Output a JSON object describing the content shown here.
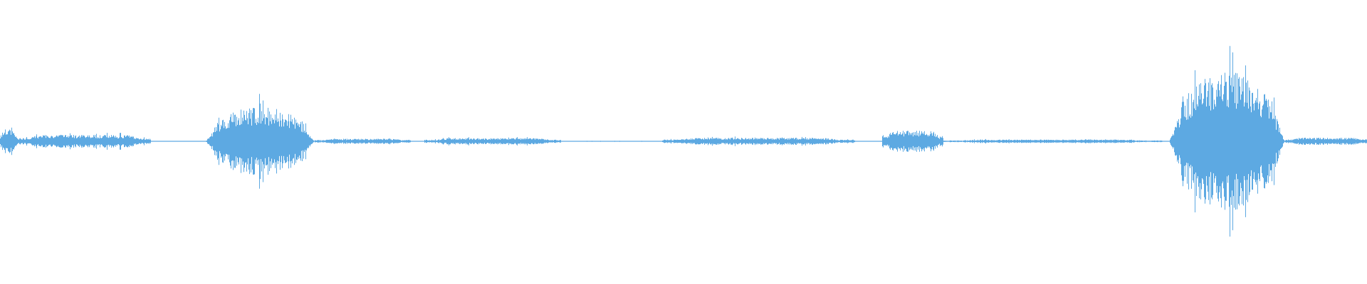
{
  "waveform": {
    "color": "#5DA9E2",
    "background": "#FFFFFF",
    "segments": [
      {
        "start": 0.0,
        "end": 0.012,
        "amp": 0.085,
        "level": "moderate"
      },
      {
        "start": 0.012,
        "end": 0.11,
        "amp": 0.045,
        "level": "low"
      },
      {
        "start": 0.11,
        "end": 0.15,
        "amp": 0.002,
        "level": "near-silent"
      },
      {
        "start": 0.15,
        "end": 0.23,
        "amp": 0.25,
        "level": "burst"
      },
      {
        "start": 0.23,
        "end": 0.3,
        "amp": 0.018,
        "level": "low"
      },
      {
        "start": 0.31,
        "end": 0.41,
        "amp": 0.022,
        "level": "low"
      },
      {
        "start": 0.41,
        "end": 0.48,
        "amp": 0.002,
        "level": "near-silent"
      },
      {
        "start": 0.484,
        "end": 0.625,
        "amp": 0.025,
        "level": "low"
      },
      {
        "start": 0.645,
        "end": 0.69,
        "amp": 0.075,
        "level": "moderate"
      },
      {
        "start": 0.69,
        "end": 0.85,
        "amp": 0.012,
        "level": "low"
      },
      {
        "start": 0.855,
        "end": 0.94,
        "amp": 0.5,
        "level": "loud-burst"
      },
      {
        "start": 0.94,
        "end": 1.0,
        "amp": 0.025,
        "level": "low"
      }
    ]
  }
}
